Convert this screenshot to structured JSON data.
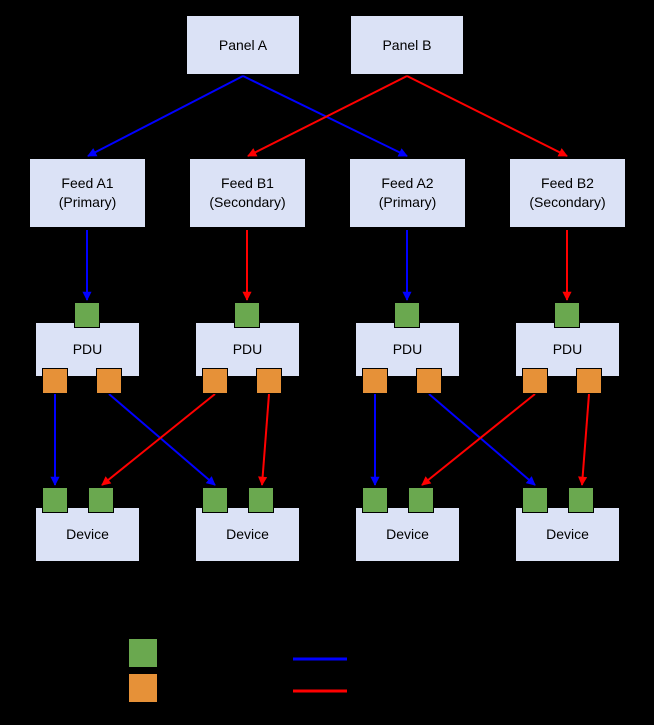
{
  "diagram": {
    "panels": [
      {
        "label": "Panel A"
      },
      {
        "label": "Panel B"
      }
    ],
    "feeds": [
      {
        "name": "Feed A1",
        "role": "(Primary)"
      },
      {
        "name": "Feed B1",
        "role": "(Secondary)"
      },
      {
        "name": "Feed A2",
        "role": "(Primary)"
      },
      {
        "name": "Feed B2",
        "role": "(Secondary)"
      }
    ],
    "pdus": [
      {
        "label": "PDU"
      },
      {
        "label": "PDU"
      },
      {
        "label": "PDU"
      },
      {
        "label": "PDU"
      }
    ],
    "devices": [
      {
        "label": "Device"
      },
      {
        "label": "Device"
      },
      {
        "label": "Device"
      },
      {
        "label": "Device"
      }
    ]
  },
  "legend": {
    "items": [
      {
        "swatch": "green-square"
      },
      {
        "swatch": "orange-square"
      },
      {
        "swatch": "blue-line"
      },
      {
        "swatch": "red-line"
      }
    ]
  },
  "colors": {
    "background": "#000000",
    "node_fill": "#dbe2f6",
    "node_border": "#000000",
    "label_text": "#000000",
    "port_green": "#6aa84f",
    "port_orange": "#e69138",
    "path_blue": "#0000ff",
    "path_red": "#ff0000"
  }
}
